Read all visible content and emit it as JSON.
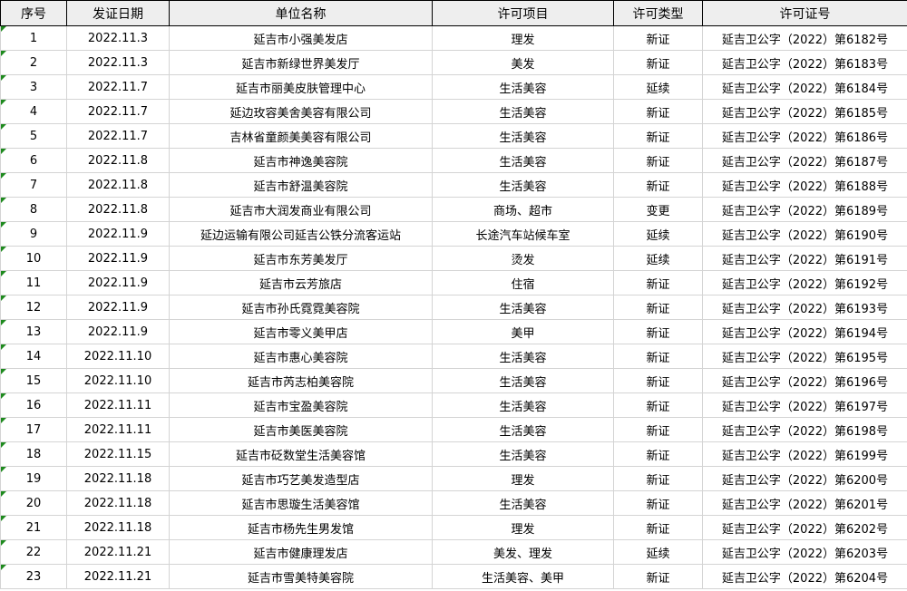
{
  "headers": [
    "序号",
    "发证日期",
    "单位名称",
    "许可项目",
    "许可类型",
    "许可证号"
  ],
  "rows": [
    [
      "1",
      "2022.11.3",
      "延吉市小强美发店",
      "理发",
      "新证",
      "延吉卫公字（2022）第6182号"
    ],
    [
      "2",
      "2022.11.3",
      "延吉市新绿世界美发厅",
      "美发",
      "新证",
      "延吉卫公字（2022）第6183号"
    ],
    [
      "3",
      "2022.11.7",
      "延吉市丽美皮肤管理中心",
      "生活美容",
      "延续",
      "延吉卫公字（2022）第6184号"
    ],
    [
      "4",
      "2022.11.7",
      "延边玫容美舍美容有限公司",
      "生活美容",
      "新证",
      "延吉卫公字（2022）第6185号"
    ],
    [
      "5",
      "2022.11.7",
      "吉林省童颜美美容有限公司",
      "生活美容",
      "新证",
      "延吉卫公字（2022）第6186号"
    ],
    [
      "6",
      "2022.11.8",
      "延吉市神逸美容院",
      "生活美容",
      "新证",
      "延吉卫公字（2022）第6187号"
    ],
    [
      "7",
      "2022.11.8",
      "延吉市舒温美容院",
      "生活美容",
      "新证",
      "延吉卫公字（2022）第6188号"
    ],
    [
      "8",
      "2022.11.8",
      "延吉市大润发商业有限公司",
      "商场、超市",
      "变更",
      "延吉卫公字（2022）第6189号"
    ],
    [
      "9",
      "2022.11.9",
      "延边运输有限公司延吉公铁分流客运站",
      "长途汽车站候车室",
      "延续",
      "延吉卫公字（2022）第6190号"
    ],
    [
      "10",
      "2022.11.9",
      "延吉市东芳美发厅",
      "烫发",
      "延续",
      "延吉卫公字（2022）第6191号"
    ],
    [
      "11",
      "2022.11.9",
      "延吉市云芳旅店",
      "住宿",
      "新证",
      "延吉卫公字（2022）第6192号"
    ],
    [
      "12",
      "2022.11.9",
      "延吉市孙氏霓霓美容院",
      "生活美容",
      "新证",
      "延吉卫公字（2022）第6193号"
    ],
    [
      "13",
      "2022.11.9",
      "延吉市零义美甲店",
      "美甲",
      "新证",
      "延吉卫公字（2022）第6194号"
    ],
    [
      "14",
      "2022.11.10",
      "延吉市惠心美容院",
      "生活美容",
      "新证",
      "延吉卫公字（2022）第6195号"
    ],
    [
      "15",
      "2022.11.10",
      "延吉市芮志柏美容院",
      "生活美容",
      "新证",
      "延吉卫公字（2022）第6196号"
    ],
    [
      "16",
      "2022.11.11",
      "延吉市宝盈美容院",
      "生活美容",
      "新证",
      "延吉卫公字（2022）第6197号"
    ],
    [
      "17",
      "2022.11.11",
      "延吉市美医美容院",
      "生活美容",
      "新证",
      "延吉卫公字（2022）第6198号"
    ],
    [
      "18",
      "2022.11.15",
      "延吉市砭数堂生活美容馆",
      "生活美容",
      "新证",
      "延吉卫公字（2022）第6199号"
    ],
    [
      "19",
      "2022.11.18",
      "延吉市巧艺美发造型店",
      "理发",
      "新证",
      "延吉卫公字（2022）第6200号"
    ],
    [
      "20",
      "2022.11.18",
      "延吉市思璇生活美容馆",
      "生活美容",
      "新证",
      "延吉卫公字（2022）第6201号"
    ],
    [
      "21",
      "2022.11.18",
      "延吉市杨先生男发馆",
      "理发",
      "新证",
      "延吉卫公字（2022）第6202号"
    ],
    [
      "22",
      "2022.11.21",
      "延吉市健康理发店",
      "美发、理发",
      "延续",
      "延吉卫公字（2022）第6203号"
    ],
    [
      "23",
      "2022.11.21",
      "延吉市雪美特美容院",
      "生活美容、美甲",
      "新证",
      "延吉卫公字（2022）第6204号"
    ]
  ]
}
